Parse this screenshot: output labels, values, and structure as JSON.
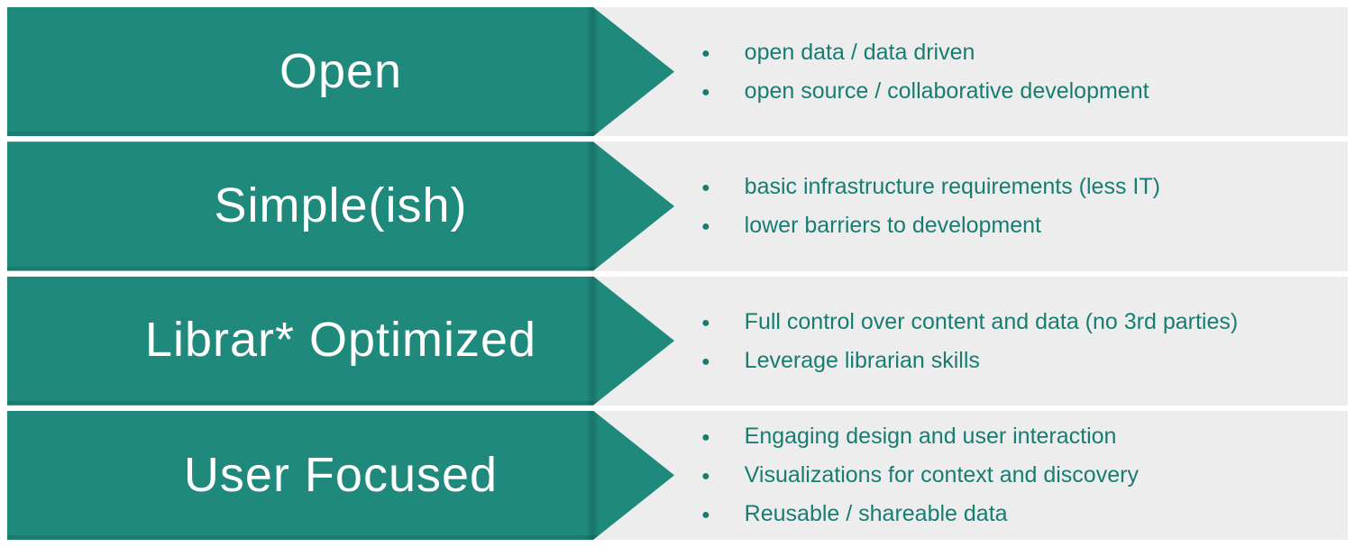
{
  "colors": {
    "teal": "#1F897B",
    "teal_dark": "#14756B",
    "text_teal": "#177D72",
    "row_bg": "#EDEDED",
    "page_bg": "#FFFFFF"
  },
  "icons": {
    "bullet": "●"
  },
  "rows": [
    {
      "label": "Open",
      "bullets": [
        "open data / data driven",
        "open source / collaborative development"
      ]
    },
    {
      "label": "Simple(ish)",
      "bullets": [
        "basic infrastructure requirements (less IT)",
        "lower barriers to development"
      ]
    },
    {
      "label": "Librar* Optimized",
      "bullets": [
        "Full control over content and data (no 3rd parties)",
        "Leverage librarian skills"
      ]
    },
    {
      "label": "User Focused",
      "bullets": [
        "Engaging design and user interaction",
        "Visualizations for context and discovery",
        "Reusable / shareable data"
      ]
    }
  ]
}
